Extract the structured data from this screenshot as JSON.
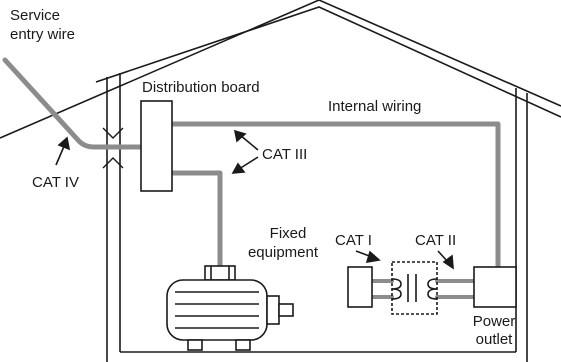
{
  "labels": {
    "service_entry_line1": "Service",
    "service_entry_line2": "entry wire",
    "distribution_board": "Distribution board",
    "internal_wiring": "Internal wiring",
    "cat_iii": "CAT III",
    "cat_iv": "CAT IV",
    "fixed_equipment_line1": "Fixed",
    "fixed_equipment_line2": "equipment",
    "cat_i": "CAT I",
    "cat_ii": "CAT II",
    "power_outlet_line1": "Power",
    "power_outlet_line2": "outlet"
  },
  "colors": {
    "wire": "#8c8c8c",
    "outline": "#1a1a1a"
  },
  "icons": {
    "motor": "motor-icon",
    "transformer": "transformer-icon",
    "device": "device-box-icon"
  }
}
